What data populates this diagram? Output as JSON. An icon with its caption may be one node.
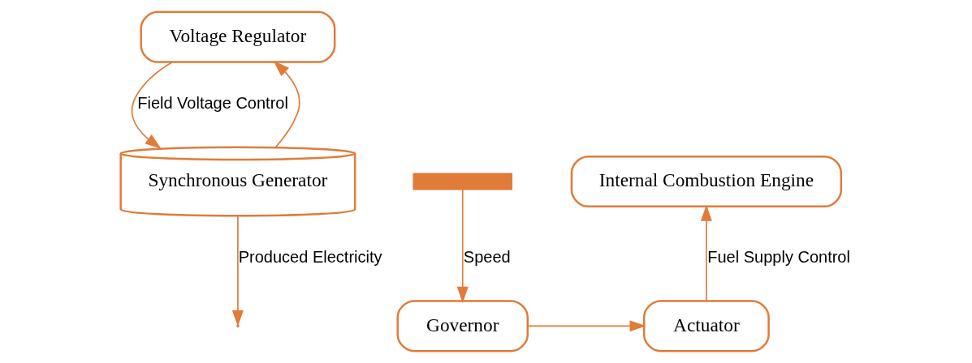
{
  "diagram": {
    "nodes": [
      {
        "text": [
          "Voltage Regulator"
        ]
      },
      {
        "text": [
          "Internal Combustion Engine"
        ]
      },
      {
        "text": [],
        "shape": "bar"
      },
      {
        "text": [
          "Synchronous Generator"
        ]
      },
      {
        "text": [
          "Actuator"
        ]
      },
      {
        "text": [
          "Governor"
        ]
      }
    ],
    "edges": [
      {
        "from": 0,
        "to": 3,
        "arrow": "to",
        "label": "Field Voltage Control"
      },
      {
        "from": 3,
        "to": null,
        "arrow": "to",
        "label": "Produced Electricity"
      },
      {
        "from": 3,
        "to": 0,
        "arrow": "to"
      },
      {
        "from": 2,
        "to": 5,
        "arrow": "to",
        "label": "Speed"
      },
      {
        "from": 5,
        "to": 4,
        "arrow": "to"
      },
      {
        "from": 4,
        "to": 1,
        "arrow": "to",
        "label": "Fuel Supply Control"
      }
    ]
  }
}
